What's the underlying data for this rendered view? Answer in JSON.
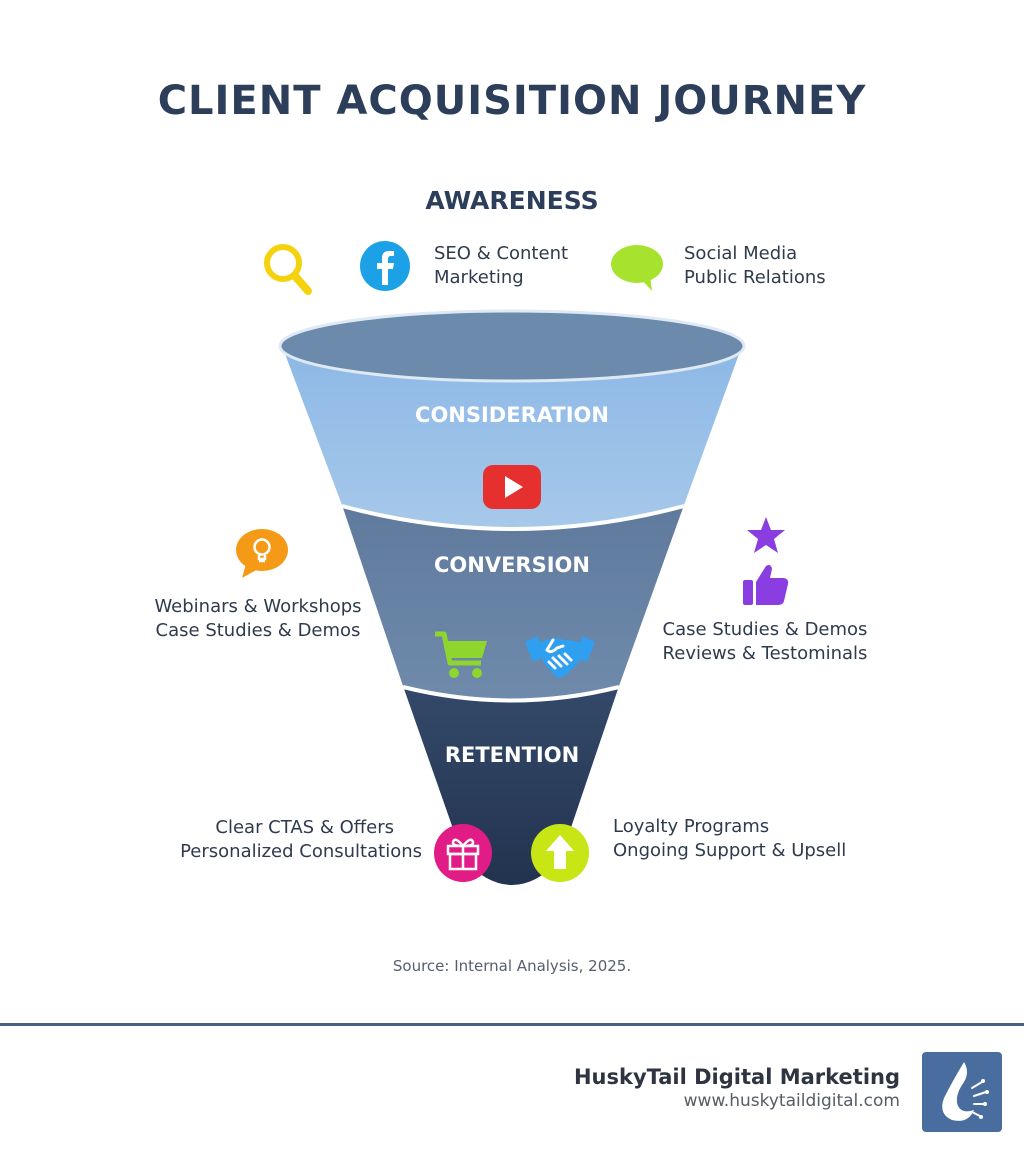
{
  "title": "CLIENT ACQUISITION JOURNEY",
  "awareness": {
    "heading": "AWARENESS",
    "item1": [
      "SEO & Content",
      "Marketing"
    ],
    "item2": [
      "Social Media",
      "Public Relations"
    ]
  },
  "funnel": {
    "consideration": "CONSIDERATION",
    "conversion": "CONVERSION",
    "retention": "RETENTION"
  },
  "left_mid": [
    "Webinars & Workshops",
    "Case Studies & Demos"
  ],
  "right_mid": [
    "Case Studies & Demos",
    "Reviews & Testominals"
  ],
  "left_bottom": [
    "Clear CTAS & Offers",
    "Personalized Consultations"
  ],
  "right_bottom": [
    "Loyalty Programs",
    "Ongoing Support & Upsell"
  ],
  "source": "Source: Internal Analysis, 2025.",
  "footer": {
    "brand": "HuskyTail Digital Marketing",
    "url": "www.huskytaildigital.com"
  },
  "icons": [
    "search-icon",
    "facebook-icon",
    "chat-bubble-icon",
    "play-icon",
    "lightbulb-icon",
    "star-icon",
    "thumbs-up-icon",
    "shopping-cart-icon",
    "handshake-icon",
    "gift-icon",
    "arrow-up-icon",
    "husky-logo"
  ],
  "colors": {
    "title": "#2c3e5a",
    "consideration": "#8fb9e4",
    "conversion": "#5b7697",
    "retention": "#2c4260",
    "funnel_rim": "#6c8aac",
    "search": "#f5d20e",
    "facebook": "#1da1e6",
    "chat": "#a6e22e",
    "play": "#e63030",
    "lightbulb": "#f59a16",
    "star": "#8a3de0",
    "cart": "#8ed62e",
    "handshake": "#2f9ff0",
    "gift": "#e21c86",
    "arrow": "#c8e616"
  }
}
